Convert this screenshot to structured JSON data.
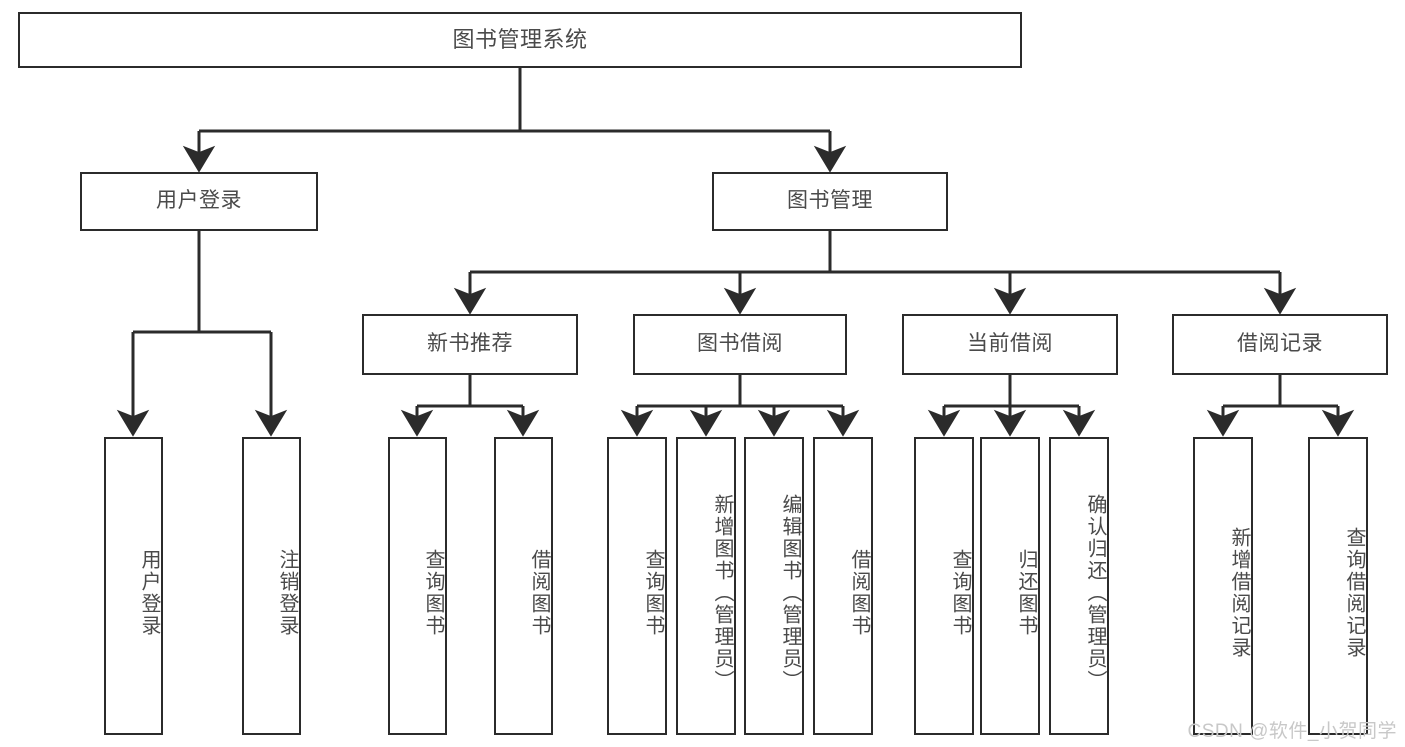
{
  "diagram": {
    "title": "图书管理系统",
    "type": "tree-hierarchy",
    "watermark": "CSDN @软件_小贺同学",
    "colors": {
      "box_border": "#2b2b2b",
      "box_fill": "#ffffff",
      "text": "#4a4a4a",
      "edge": "#2b2b2b",
      "watermark": "#c8c8c8",
      "background": "#ffffff"
    },
    "nodes": {
      "root": {
        "label": "图书管理系统"
      },
      "level2": [
        {
          "id": "user-login",
          "label": "用户登录"
        },
        {
          "id": "book-manage",
          "label": "图书管理"
        }
      ],
      "level3": [
        {
          "id": "new-book-recommend",
          "label": "新书推荐"
        },
        {
          "id": "book-borrow",
          "label": "图书借阅"
        },
        {
          "id": "current-borrow",
          "label": "当前借阅"
        },
        {
          "id": "borrow-record",
          "label": "借阅记录"
        }
      ],
      "leaves": {
        "user-login": [
          {
            "id": "leaf-user-login",
            "label": "用户登录"
          },
          {
            "id": "leaf-user-logout",
            "label": "注销登录"
          }
        ],
        "new-book-recommend": [
          {
            "id": "leaf-query-book-1",
            "label": "查询图书"
          },
          {
            "id": "leaf-borrow-book-1",
            "label": "借阅图书"
          }
        ],
        "book-borrow": [
          {
            "id": "leaf-query-book-2",
            "label": "查询图书"
          },
          {
            "id": "leaf-add-book-admin",
            "label": "新增图书（管理员）"
          },
          {
            "id": "leaf-edit-book-admin",
            "label": "编辑图书（管理员）"
          },
          {
            "id": "leaf-borrow-book-2",
            "label": "借阅图书"
          }
        ],
        "current-borrow": [
          {
            "id": "leaf-query-book-3",
            "label": "查询图书"
          },
          {
            "id": "leaf-return-book",
            "label": "归还图书"
          },
          {
            "id": "leaf-confirm-return-admin",
            "label": "确认归还（管理员）"
          }
        ],
        "borrow-record": [
          {
            "id": "leaf-add-borrow-record",
            "label": "新增借阅记录"
          },
          {
            "id": "leaf-query-borrow-record",
            "label": "查询借阅记录"
          }
        ]
      }
    }
  }
}
